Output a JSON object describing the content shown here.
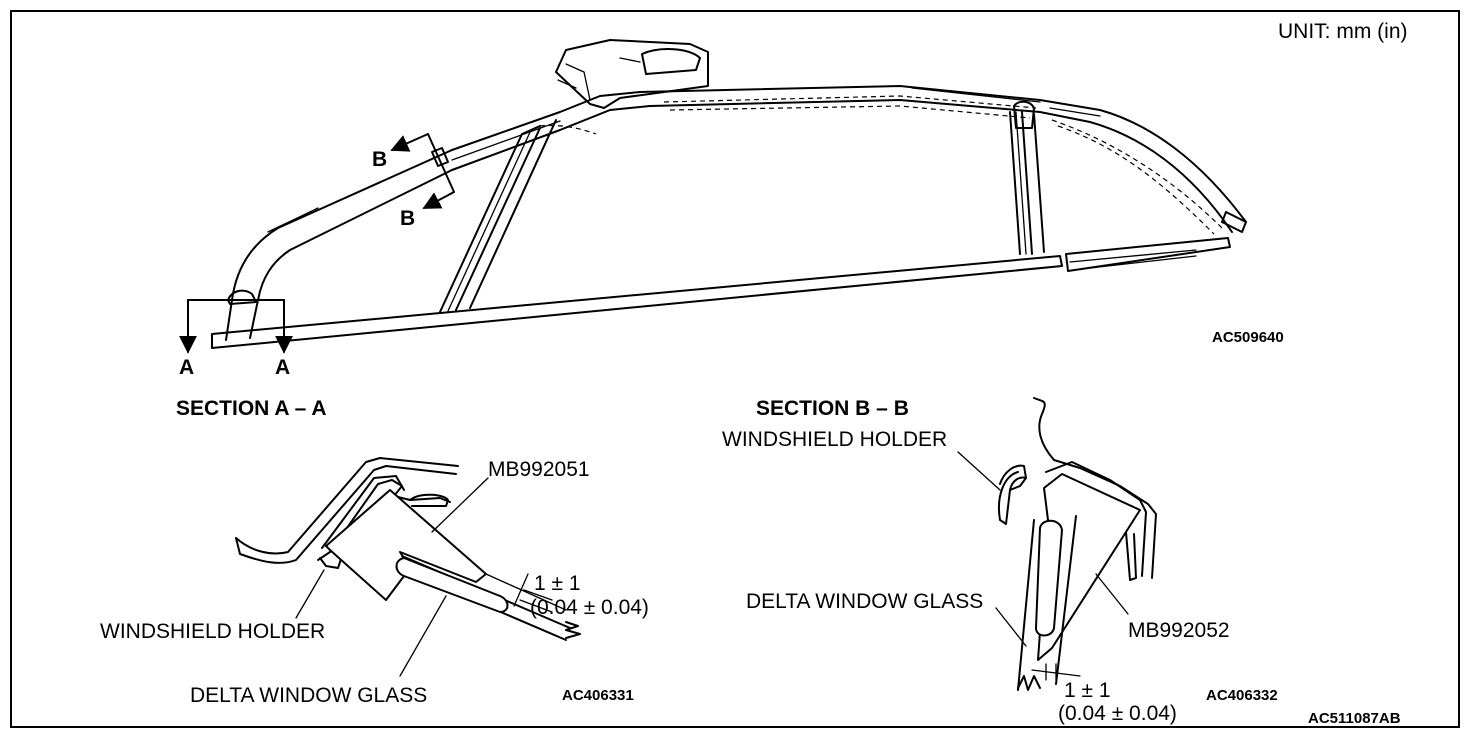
{
  "unit_label": "UNIT: mm (in)",
  "overview": {
    "section_marker_a": "A",
    "section_marker_b": "B",
    "figure_code": "AC509640"
  },
  "section_a": {
    "title": "SECTION A – A",
    "tool_label": "MB992051",
    "holder_label": "WINDSHIELD HOLDER",
    "glass_label": "DELTA WINDOW GLASS",
    "dimension_mm": "1 ± 1",
    "dimension_in": "(0.04 ± 0.04)",
    "figure_code": "AC406331"
  },
  "section_b": {
    "title": "SECTION B – B",
    "holder_label": "WINDSHIELD HOLDER",
    "glass_label": "DELTA WINDOW GLASS",
    "tool_label": "MB992052",
    "dimension_mm": "1 ± 1",
    "dimension_in": "(0.04 ± 0.04)",
    "figure_code": "AC406332"
  },
  "sheet_code": "AC511087AB"
}
